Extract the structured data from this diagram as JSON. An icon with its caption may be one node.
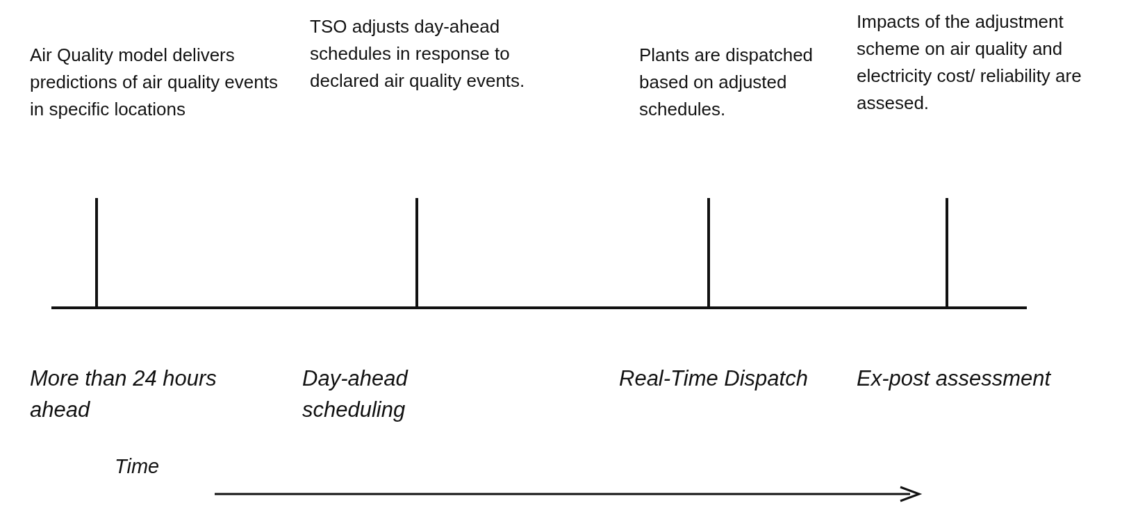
{
  "diagram": {
    "labels": [
      "Air Quality model delivers predictions of air quality events in specific locations",
      "TSO adjusts day-ahead schedules in response to declared air quality events.",
      "Plants are dispatched based on adjusted schedules.",
      "Impacts of the adjustment scheme on air quality and electricity cost/ reliability are assesed.",
      "More than 24 hours ahead",
      "Day-ahead scheduling",
      "Real-Time Dispatch",
      "Ex-post assessment",
      "Time"
    ]
  }
}
